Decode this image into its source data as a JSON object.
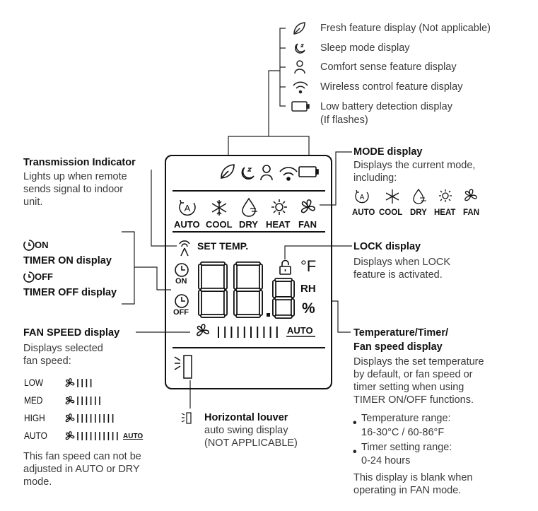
{
  "top_features": [
    {
      "icon": "leaf-icon",
      "label": "Fresh feature display (Not applicable)"
    },
    {
      "icon": "sleep-icon",
      "label": "Sleep mode display"
    },
    {
      "icon": "person-icon",
      "label": "Comfort sense feature display"
    },
    {
      "icon": "wireless-icon",
      "label": "Wireless control feature display"
    },
    {
      "icon": "battery-icon",
      "label": "Low battery detection display",
      "note": "(If flashes)"
    }
  ],
  "transmission": {
    "title": "Transmission Indicator",
    "desc": "Lights up when remote\nsends signal to indoor\nunit."
  },
  "mode_display": {
    "title": "MODE display",
    "desc": "Displays the current mode,\nincluding:",
    "modes": [
      "AUTO",
      "COOL",
      "DRY",
      "HEAT",
      "FAN"
    ]
  },
  "timer": {
    "on_tag": "ON",
    "on_label": "TIMER ON display",
    "off_tag": "OFF",
    "off_label": "TIMER OFF display"
  },
  "lock": {
    "title": "LOCK display",
    "desc": "Displays when LOCK\nfeature is activated."
  },
  "fan_speed": {
    "title": "FAN SPEED display",
    "desc": "Displays selected\nfan speed:",
    "levels": [
      {
        "name": "LOW",
        "bars": 4
      },
      {
        "name": "MED",
        "bars": 6
      },
      {
        "name": "HIGH",
        "bars": 9
      },
      {
        "name": "AUTO",
        "bars": 10,
        "auto": "AUTO"
      }
    ],
    "note": "This fan speed  can not be\nadjusted in AUTO or DRY\nmode."
  },
  "temp_display": {
    "title_line1": "Temperature/Timer/",
    "title_line2": "Fan speed display",
    "desc": "Displays the set temperature\nby default, or fan speed or\ntimer setting when using\nTIMER ON/OFF functions.",
    "bullets": [
      {
        "label": "Temperature range:",
        "value": "16-30°C / 60-86°F"
      },
      {
        "label": "Timer setting range:",
        "value": "0-24 hours"
      }
    ],
    "note": "This display is blank when\noperating in FAN mode."
  },
  "louver": {
    "title": "Horizontal louver",
    "desc": "auto swing display\n(NOT APPLICABLE)"
  },
  "lcd": {
    "set_temp": "SET TEMP.",
    "digits": "88.8",
    "unit_f": "°F",
    "rh": "RH",
    "percent": "%",
    "on": "ON",
    "off": "OFF",
    "auto": "AUTO",
    "fan_bars": 10
  }
}
